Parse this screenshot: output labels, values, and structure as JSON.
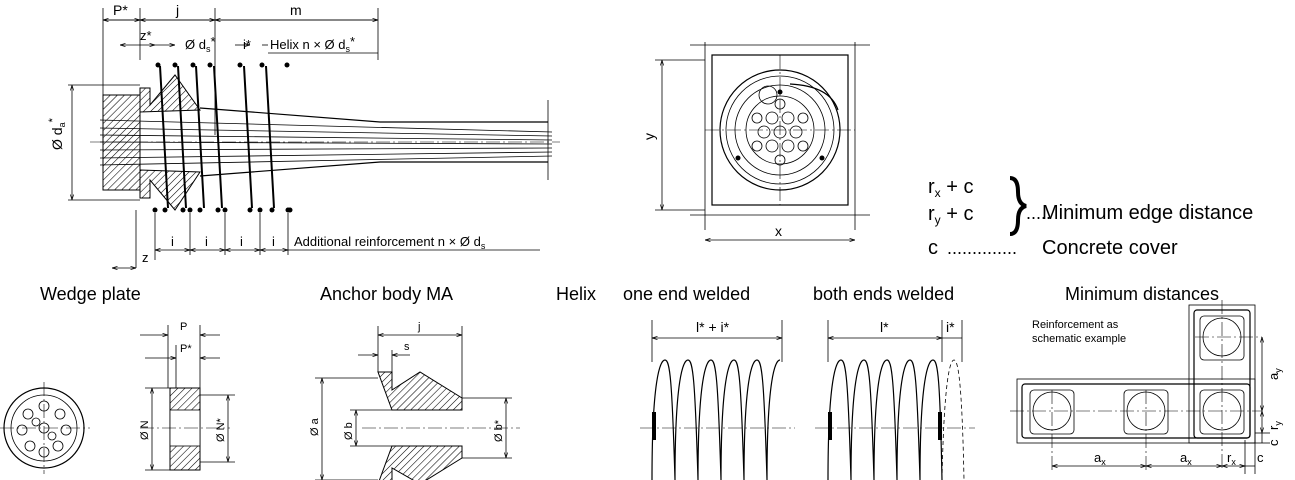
{
  "top_fragment": "",
  "main_section": {
    "dim_P_star": "P*",
    "dim_j": "j",
    "dim_m": "m",
    "dim_z_star": "z*",
    "dim_ds_prefix": "Ø d",
    "dim_ds_sub": "s",
    "dim_ds_star": "*",
    "dim_i_star": "i*",
    "helix_label": "Helix n × Ø d",
    "dim_da_prefix": "Ø d",
    "dim_da_sub": "a",
    "dim_i": "i",
    "dim_z": "z",
    "additional_label": "Additional reinforcement n × Ø d",
    "additional_sub": "s"
  },
  "front_view": {
    "dim_x": "x",
    "dim_y": "y"
  },
  "legend": {
    "rx": "r",
    "rx_sub": "x",
    "ry": "r",
    "ry_sub": "y",
    "plus_c": " + c",
    "edge_leader": ".....",
    "edge_text": "Minimum edge distance",
    "c_label": "c",
    "c_leader": "..............",
    "c_text": "Concrete cover"
  },
  "wedge_plate": {
    "title": "Wedge plate",
    "dim_P": "P",
    "dim_P_star": "P*",
    "dim_N": "Ø N",
    "dim_N_star": "Ø N*"
  },
  "anchor_body": {
    "title": "Anchor body MA",
    "dim_j": "j",
    "dim_s": "s",
    "dim_a": "Ø a",
    "dim_b": "Ø b",
    "dim_b_star": "Ø b*"
  },
  "helix": {
    "title": "Helix",
    "one_end": "one end welded",
    "both_ends": "both ends welded",
    "dim_l_plus_i": "l* + i*",
    "dim_l": "l*",
    "dim_i": "i*"
  },
  "min_dist": {
    "title": "Minimum distances",
    "note_line1": "Reinforcement as",
    "note_line2": "schematic example",
    "dim_a": "a",
    "dim_a_sub_x": "x",
    "dim_a_sub_y": "y",
    "dim_r": "r",
    "dim_r_sub_x": "x",
    "dim_r_sub_y": "y",
    "dim_c": "c"
  }
}
